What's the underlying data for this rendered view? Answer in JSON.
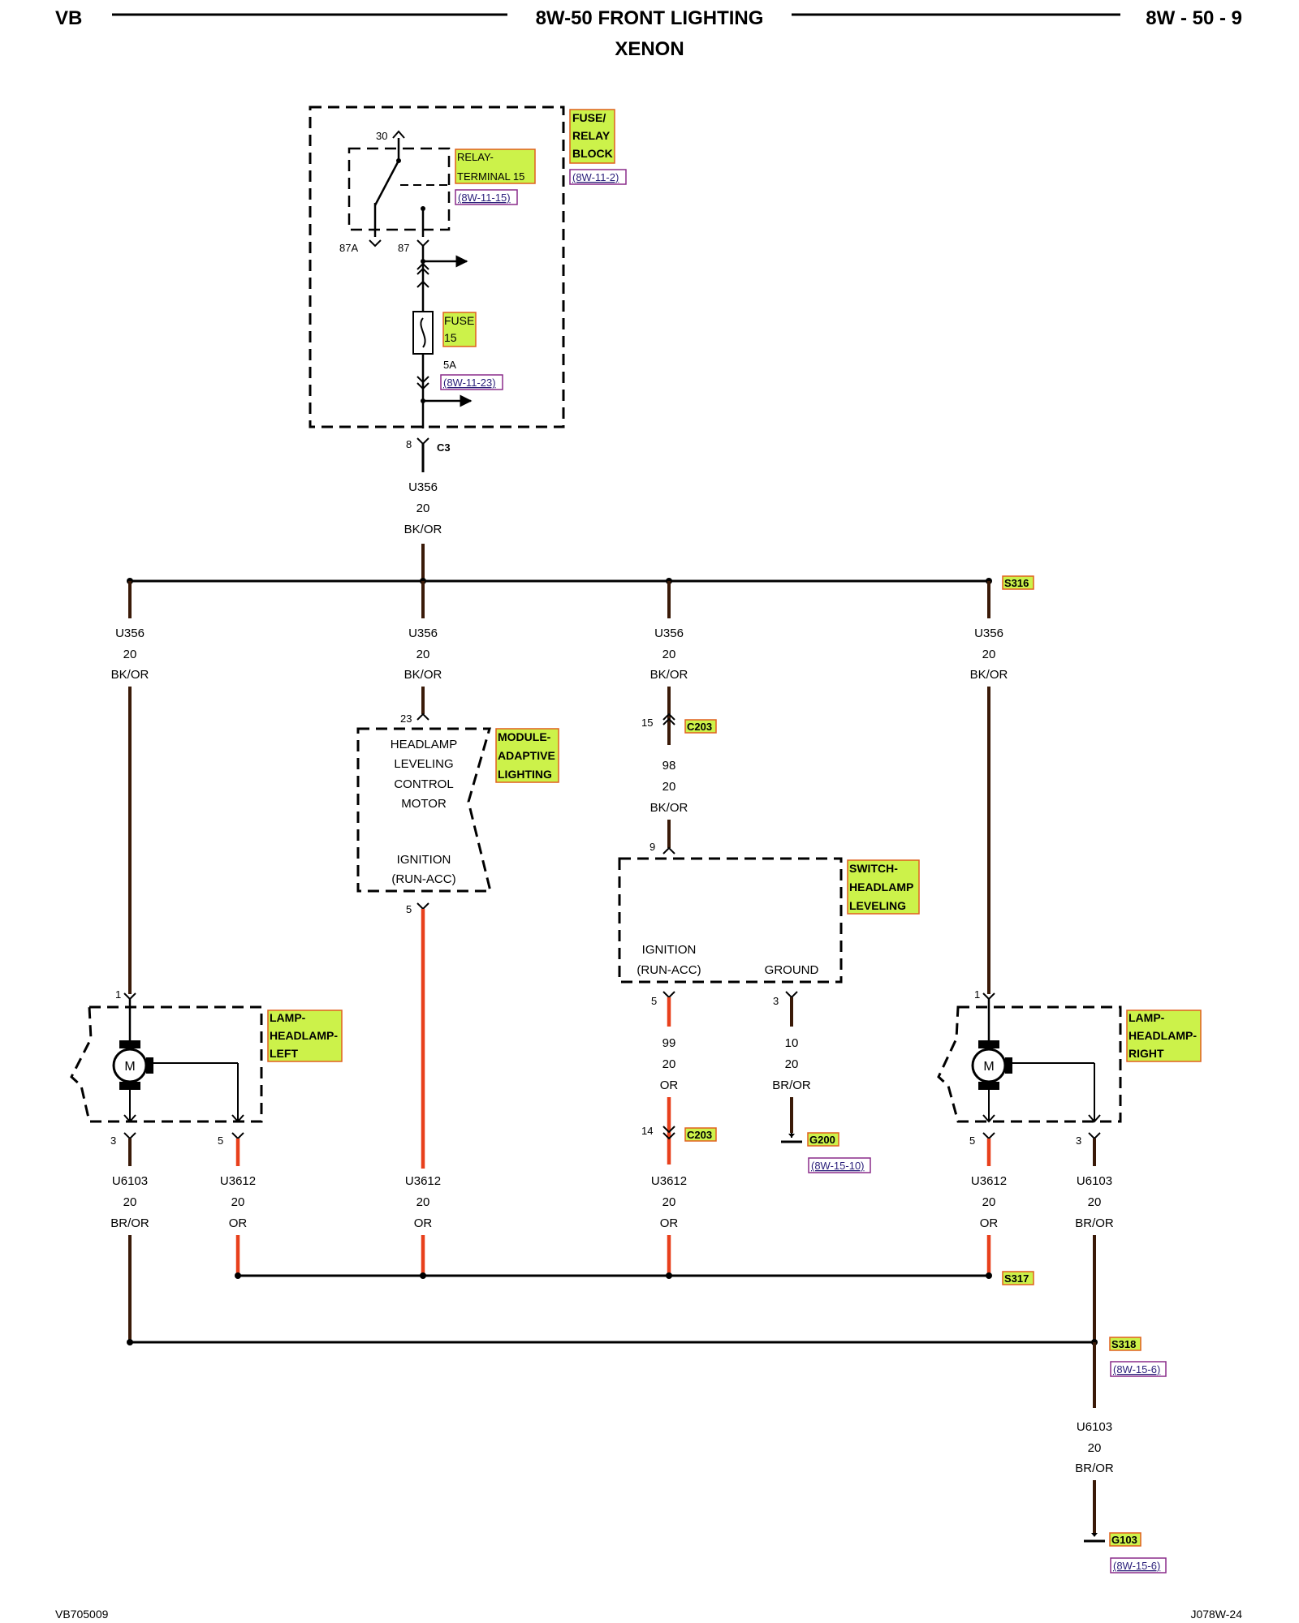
{
  "header": {
    "left": "VB",
    "title": "8W-50 FRONT LIGHTING",
    "subtitle": "XENON",
    "right": "8W - 50 - 9"
  },
  "footer": {
    "left": "VB705009",
    "right": "J078W-24"
  },
  "fuse_relay_block": {
    "label": [
      "FUSE/",
      "RELAY",
      "BLOCK"
    ],
    "ref": "(8W-11-2)",
    "relay_label": [
      "RELAY-",
      "TERMINAL 15"
    ],
    "relay_ref": "(8W-11-15)",
    "relay_pins": {
      "p30": "30",
      "p87a": "87A",
      "p87": "87"
    },
    "fuse_label": [
      "FUSE",
      "15"
    ],
    "fuse_rating": "5A",
    "fuse_ref": "(8W-11-23)",
    "out_pin": "8",
    "connector": "C3"
  },
  "wires": {
    "main_feed": [
      "U356",
      "20",
      "BK/OR"
    ],
    "col1_top": [
      "U356",
      "20",
      "BK/OR"
    ],
    "col2_top": [
      "U356",
      "20",
      "BK/OR"
    ],
    "col3_top": [
      "U356",
      "20",
      "BK/OR"
    ],
    "col4_top": [
      "U356",
      "20",
      "BK/OR"
    ],
    "col3_mid": [
      "98",
      "20",
      "BK/OR"
    ],
    "sw_out1": [
      "99",
      "20",
      "OR"
    ],
    "sw_out2": [
      "10",
      "20",
      "BR/OR"
    ],
    "left_pin3": [
      "U6103",
      "20",
      "BR/OR"
    ],
    "left_pin5": [
      "U3612",
      "20",
      "OR"
    ],
    "module_out": [
      "U3612",
      "20",
      "OR"
    ],
    "c203_out": [
      "U3612",
      "20",
      "OR"
    ],
    "right_pin5": [
      "U3612",
      "20",
      "OR"
    ],
    "right_pin3": [
      "U6103",
      "20",
      "BR/OR"
    ],
    "ground_feed": [
      "U6103",
      "20",
      "BR/OR"
    ]
  },
  "splices": {
    "s316": "S316",
    "s317": "S317",
    "s318": "S318",
    "s318_ref": "(8W-15-6)"
  },
  "module": {
    "pin_in": "23",
    "pin_out": "5",
    "text": [
      "HEADLAMP",
      "LEVELING",
      "CONTROL",
      "MOTOR"
    ],
    "ign": [
      "IGNITION",
      "(RUN-ACC)"
    ],
    "tag": [
      "MODULE-",
      "ADAPTIVE",
      "LIGHTING"
    ]
  },
  "c203": {
    "name": "C203",
    "pin_top": "15",
    "pin_bottom": "14"
  },
  "switch": {
    "pin_in": "9",
    "pin_out1": "5",
    "pin_out2": "3",
    "ign": [
      "IGNITION",
      "(RUN-ACC)"
    ],
    "ground": "GROUND",
    "tag": [
      "SWITCH-",
      "HEADLAMP",
      "LEVELING"
    ]
  },
  "lamp_left": {
    "tag": [
      "LAMP-",
      "HEADLAMP-",
      "LEFT"
    ],
    "pin_top": "1",
    "pin_a": "3",
    "pin_b": "5",
    "motor": "M"
  },
  "lamp_right": {
    "tag": [
      "LAMP-",
      "HEADLAMP-",
      "RIGHT"
    ],
    "pin_top": "1",
    "pin_a": "5",
    "pin_b": "3",
    "motor": "M"
  },
  "grounds": {
    "g200": "G200",
    "g200_ref": "(8W-15-10)",
    "g103": "G103",
    "g103_ref": "(8W-15-6)"
  },
  "colors": {
    "line": "#111111",
    "wire_orange": "#e8401c",
    "wire_black_orange": "#3a1a08",
    "tag_fill": "#ccf24a",
    "tag_border": "#e0601e",
    "ref_border": "#8a2c8a"
  }
}
